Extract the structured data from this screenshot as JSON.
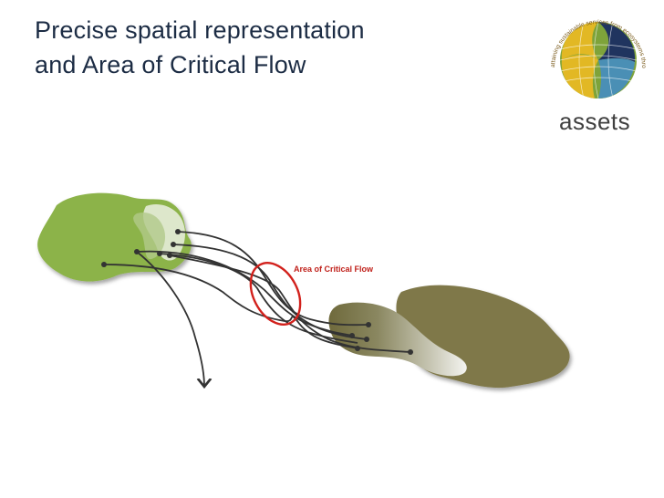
{
  "slide": {
    "title_line1": "Precise spatial representation",
    "title_line2": "and Area of Critical Flow"
  },
  "logo": {
    "name": "assets",
    "arc_text": "attaining sustainable services from ecosystems through trade-off scenarios",
    "colors": {
      "yellow": "#e2b824",
      "green": "#7ea33a",
      "navy": "#20345f",
      "teal": "#4a8fb5"
    }
  },
  "diagram": {
    "critical_area_label": "Area of Critical Flow",
    "colors": {
      "source_region": "#8cb34a",
      "sink_region": "#7f7848",
      "flow_line": "#333333",
      "critical_ellipse": "#d2211c"
    }
  }
}
